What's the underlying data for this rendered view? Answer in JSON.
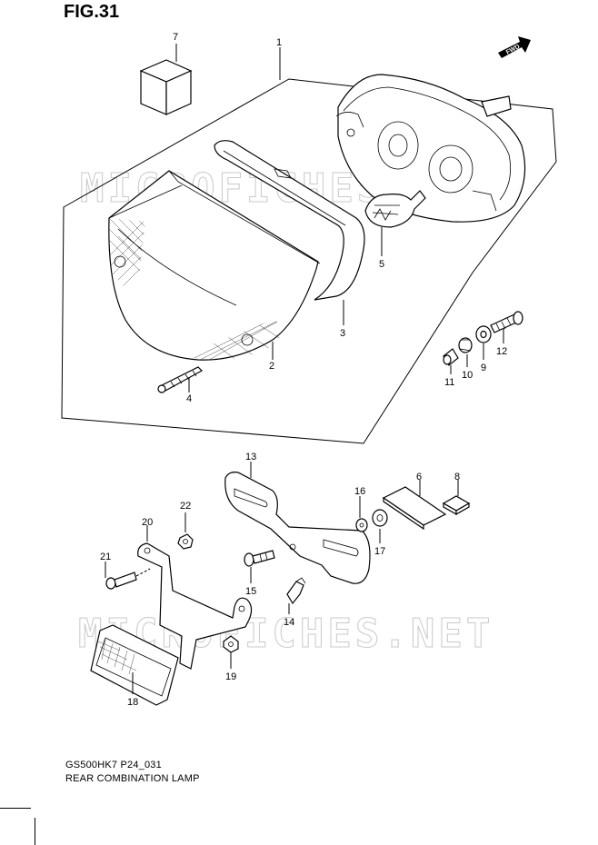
{
  "figure": {
    "title": "FIG.31",
    "code": "GS500HK7 P24_031",
    "name": "REAR COMBINATION LAMP"
  },
  "watermark": {
    "text_upper": "MICROFICHES.NET",
    "text_lower": "MICROFICHES.NET"
  },
  "badge": {
    "label": "FWD"
  },
  "callouts": {
    "p1": "1",
    "p2": "2",
    "p3": "3",
    "p4": "4",
    "p5": "5",
    "p6": "6",
    "p7": "7",
    "p8": "8",
    "p9": "9",
    "p10": "10",
    "p11": "11",
    "p12": "12",
    "p13": "13",
    "p14": "14",
    "p15": "15",
    "p16": "16",
    "p17": "17",
    "p18": "18",
    "p19": "19",
    "p20": "20",
    "p21": "21",
    "p22": "22"
  },
  "colors": {
    "ink": "#000000",
    "watermark": "#c9c9c9",
    "paper": "#ffffff"
  }
}
